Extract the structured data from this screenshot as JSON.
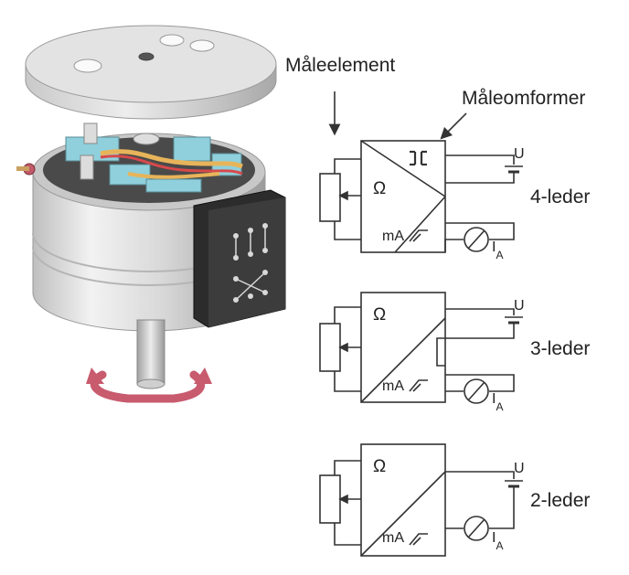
{
  "labels": {
    "sensing_element": "Måleelement",
    "transmitter": "Måleomformer",
    "ohm": "Ω",
    "milliamp": "mA",
    "supply": "U",
    "current_base": "I",
    "current_sub": "A"
  },
  "circuits": [
    {
      "name": "4-leder"
    },
    {
      "name": "3-leder"
    },
    {
      "name": "2-leder"
    }
  ],
  "icons": {
    "transmitter_mark": "isolation-symbol",
    "meter": "ammeter",
    "source": "battery",
    "rotation": "curved-arrows"
  }
}
